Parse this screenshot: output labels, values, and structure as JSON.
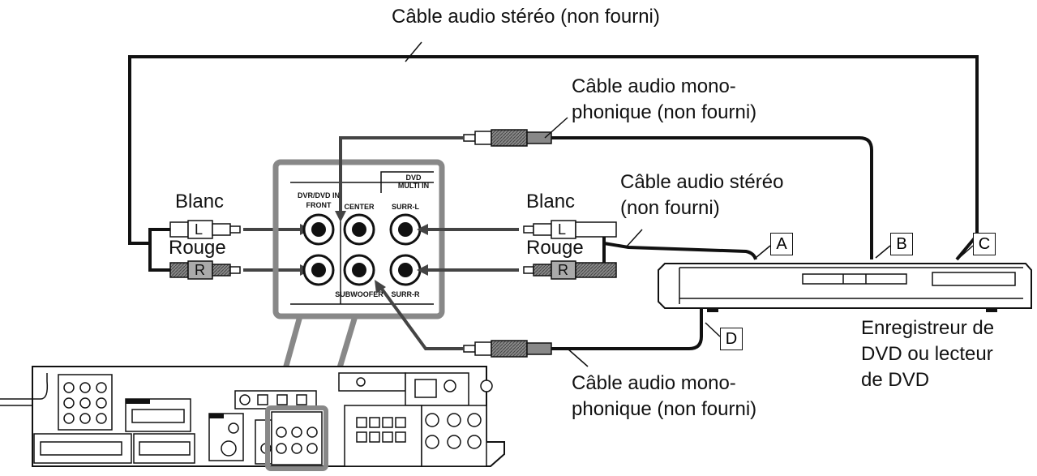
{
  "labels": {
    "stereo_cable_top": "Câble audio stéréo (non fourni)",
    "mono_cable_top_line1": "Câble audio mono-",
    "mono_cable_top_line2": "phonique (non fourni)",
    "stereo_cable_right_line1": "Câble audio stéréo",
    "stereo_cable_right_line2": "(non fourni)",
    "mono_cable_bottom_line1": "Câble audio mono-",
    "mono_cable_bottom_line2": "phonique (non fourni)",
    "blanc_left": "Blanc",
    "rouge_left": "Rouge",
    "blanc_right": "Blanc",
    "rouge_right": "Rouge",
    "plug_l_left": "L",
    "plug_r_left": "R",
    "plug_l_right": "L",
    "plug_r_right": "R",
    "recorder_line1": "Enregistreur de",
    "recorder_line2": "DVD ou lecteur",
    "recorder_line3": "de DVD"
  },
  "terminals": {
    "a": "A",
    "b": "B",
    "c": "C",
    "d": "D"
  },
  "panel": {
    "dvd_multi_in_line1": "DVD",
    "dvd_multi_in_line2": "MULTI IN",
    "front_line1": "DVR/DVD IN",
    "front_line2": "FRONT",
    "center": "CENTER",
    "surr_l": "SURR-L",
    "subwoofer": "SUBWOOFER",
    "surr_r": "SURR-R"
  }
}
